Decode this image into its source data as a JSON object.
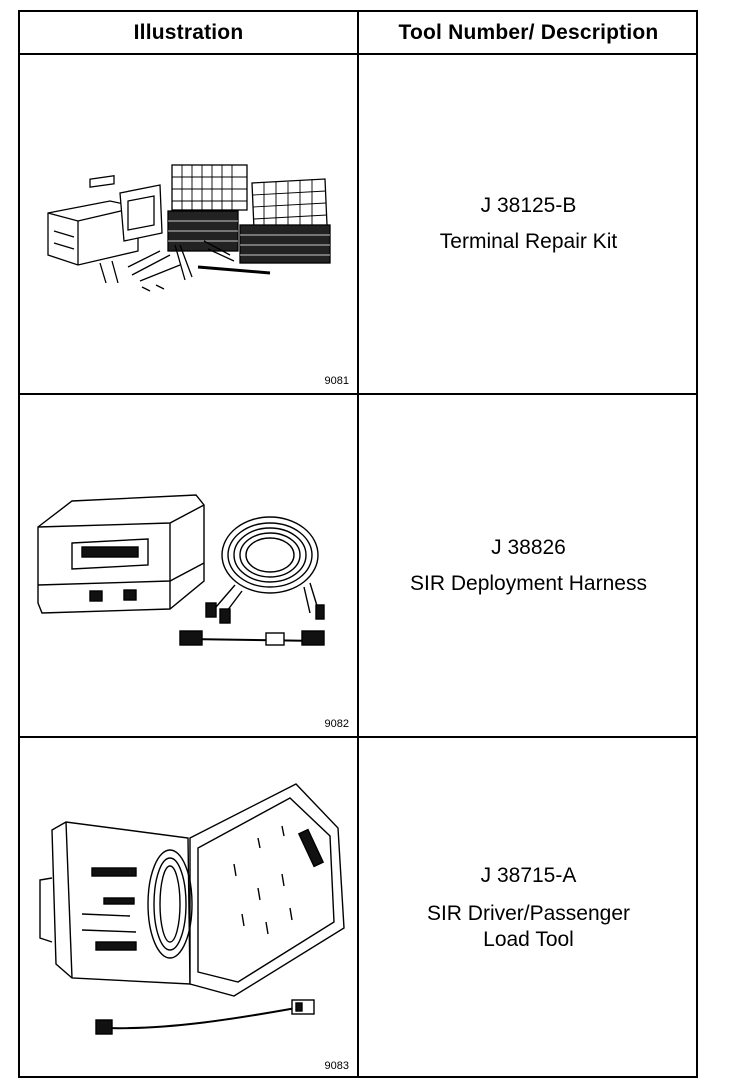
{
  "header": {
    "illustration": "Illustration",
    "description": "Tool Number/ Description"
  },
  "rows": [
    {
      "figure_number": "9081",
      "tool_number": "J 38125-B",
      "description": "Terminal Repair Kit",
      "image": "terminal-repair-kit-drawing"
    },
    {
      "figure_number": "9082",
      "tool_number": "J 38826",
      "description": "SIR Deployment Harness",
      "image": "sir-deployment-harness-drawing"
    },
    {
      "figure_number": "9083",
      "tool_number": "J 38715-A",
      "description_line1": "SIR Driver/Passenger",
      "description_line2": "Load Tool",
      "image": "sir-load-tool-drawing"
    }
  ]
}
